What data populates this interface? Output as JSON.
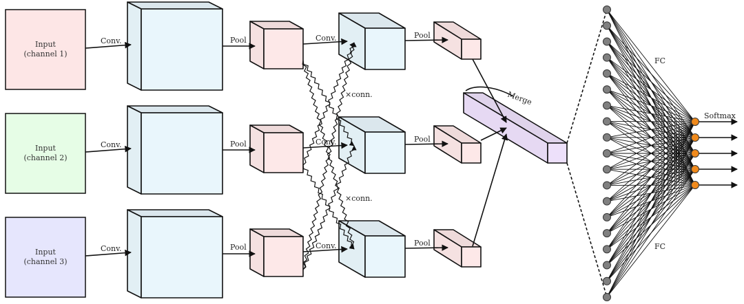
{
  "inputs": [
    {
      "line1": "Input",
      "line2": "(channel 1)",
      "color": "#fde6e6"
    },
    {
      "line1": "Input",
      "line2": "(channel 2)",
      "color": "#e6fde6"
    },
    {
      "line1": "Input",
      "line2": "(channel 3)",
      "color": "#e6e6fd"
    }
  ],
  "labels": {
    "conv": "Conv.",
    "pool": "Pool",
    "cross_conn": "×conn.",
    "merge": "Merge",
    "fc_top": "FC",
    "fc_bottom": "FC",
    "softmax": "Softmax"
  },
  "colors": {
    "conv_block": "#e9f6fc",
    "pool_block": "#fde8e8",
    "merge_block": "#ede0fa",
    "fc_node": "#808080",
    "output_node": "#f08a1c"
  },
  "network": {
    "fc_hidden_nodes": 19,
    "output_nodes": 5
  }
}
